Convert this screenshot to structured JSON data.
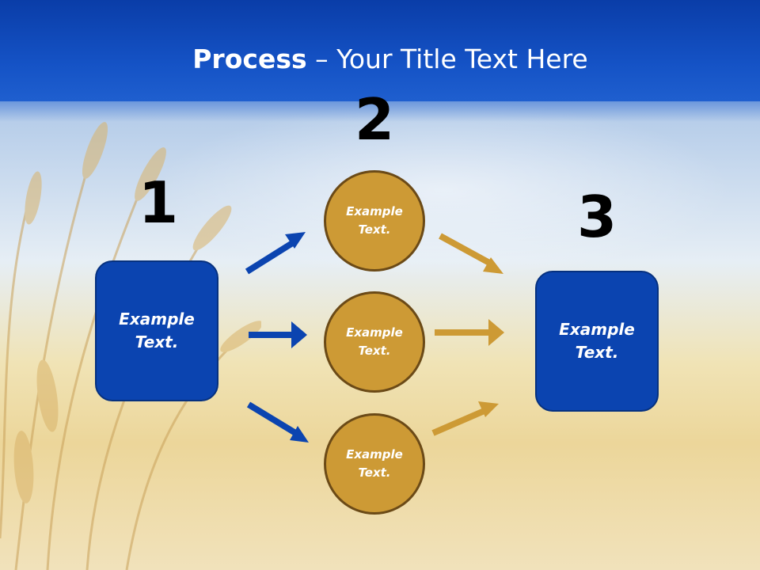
{
  "title": {
    "bold": "Process",
    "rest": " – Your Title Text Here"
  },
  "steps": {
    "n1": "1",
    "n2": "2",
    "n3": "3"
  },
  "left_box": {
    "text": "Example Text."
  },
  "circles": [
    {
      "text": "Example Text."
    },
    {
      "text": "Example Text."
    },
    {
      "text": "Example Text."
    }
  ],
  "right_box": {
    "text": "Example Text."
  },
  "colors": {
    "blue": "#0b44b0",
    "gold": "#cd9a35",
    "header": "#1553c6"
  }
}
